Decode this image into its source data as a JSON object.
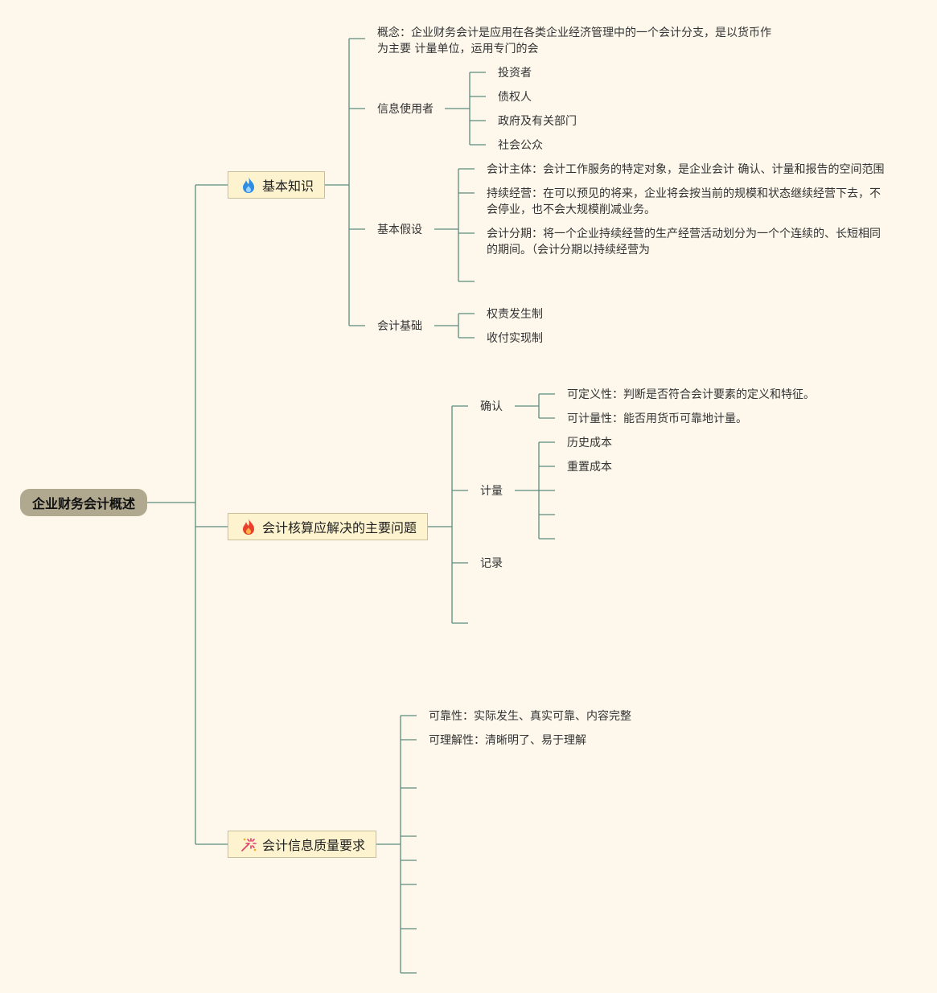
{
  "root": {
    "label": "企业财务会计概述"
  },
  "branches": [
    {
      "label": "基本知识",
      "icon": "blue-flame-icon",
      "items": {
        "concept": {
          "term": "概念",
          "text": "企业财务会计是应用在各类企业经济管理中的一个会计分支，是以货币作为主要 计量单位，运用专门的会"
        },
        "users": {
          "label": "信息使用者",
          "children": [
            "投资者",
            "债权人",
            "政府及有关部门",
            "社会公众"
          ]
        },
        "assumptions": {
          "label": "基本假设",
          "children": [
            {
              "term": "会计主体",
              "text": "会计工作服务的特定对象，是企业会计 确认、计量和报告的空间范围"
            },
            {
              "term": "持续经营",
              "text": "在可以预见的将来，企业将会按当前的规模和状态继续经营下去，不会停业，也不会大规模削减业务。"
            },
            {
              "term": "会计分期",
              "text": "将一个企业持续经营的生产经营活动划分为一个个连续的、长短相同的期间。（会计分期以持续经营为"
            }
          ]
        },
        "basis": {
          "label": "会计基础",
          "children": [
            "权责发生制",
            "收付实现制"
          ]
        }
      }
    },
    {
      "label": "会计核算应解决的主要问题",
      "icon": "red-flame-icon",
      "items": {
        "recognition": {
          "label": "确认",
          "children": [
            {
              "term": "可定义性",
              "text": "判断是否符合会计要素的定义和特征。"
            },
            {
              "term": "可计量性",
              "text": "能否用货币可靠地计量。"
            }
          ]
        },
        "measurement": {
          "label": "计量",
          "children": [
            "历史成本",
            "重置成本"
          ]
        },
        "recording": {
          "label": "记录"
        }
      }
    },
    {
      "label": "会计信息质量要求",
      "icon": "fireworks-icon",
      "items": [
        {
          "term": "可靠性",
          "text": "实际发生、真实可靠、内容完整"
        },
        {
          "term": "可理解性",
          "text": "清晰明了、易于理解"
        }
      ]
    }
  ],
  "colors": {
    "background": "#fef8ec",
    "line": "#5c8c7e",
    "root": "#b0a98f",
    "branch_fill": "#fdf3cf"
  }
}
